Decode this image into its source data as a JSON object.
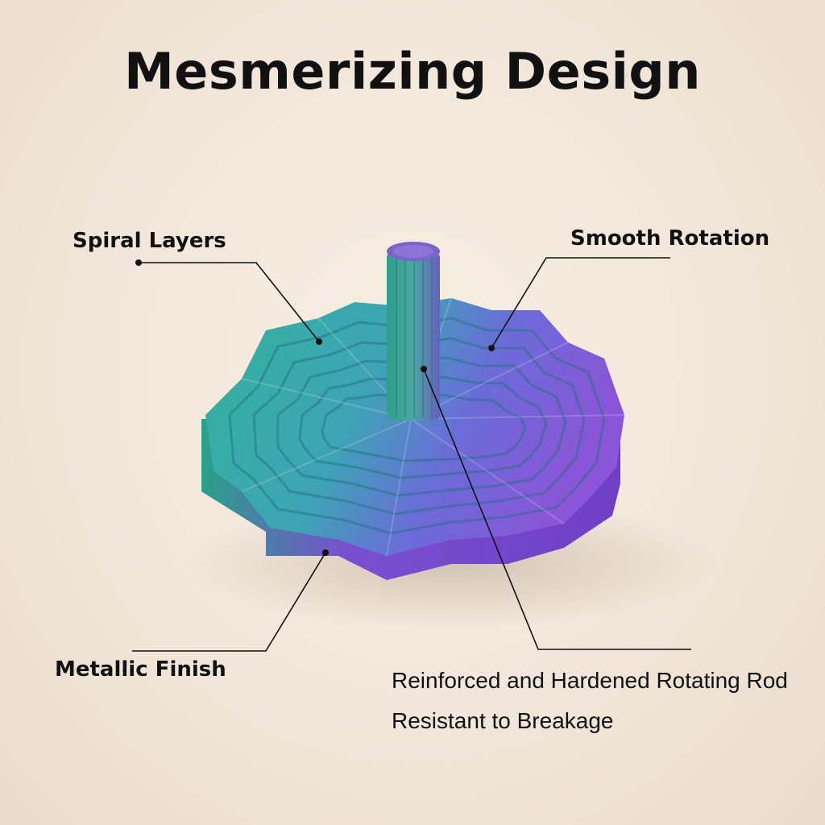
{
  "title": "Mesmerizing Design",
  "callouts": {
    "spiral_layers": "Spiral Layers",
    "smooth_rotation": "Smooth Rotation",
    "metallic_finish": "Metallic Finish",
    "rod_line1": "Reinforced and Hardened Rotating Rod",
    "rod_line2": "Resistant to Breakage"
  },
  "colors": {
    "teal": "#3bb59e",
    "purple": "#7b4fd6",
    "background": "#f1e6d9",
    "text": "#111111"
  }
}
